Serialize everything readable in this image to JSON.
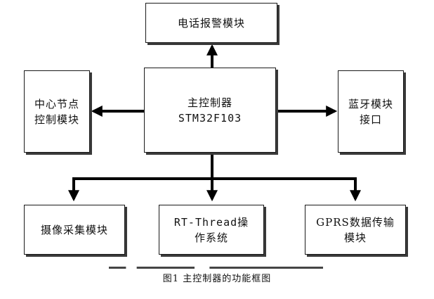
{
  "boxes": {
    "alarm": {
      "line1": "电话报警模块"
    },
    "center_node": {
      "line1": "中心节点",
      "line2": "控制模块"
    },
    "main": {
      "line1": "主控制器",
      "line2": "STM32F103"
    },
    "bluetooth": {
      "line1": "蓝牙模块",
      "line2": "接口"
    },
    "camera": {
      "line1": "摄像采集模块"
    },
    "rtthread": {
      "line1": "RT-Thread操",
      "line2": "作系统"
    },
    "gprs": {
      "line1": "GPRS数据传输",
      "line2": "模块"
    }
  },
  "caption": "图1   主控制器的功能框图"
}
